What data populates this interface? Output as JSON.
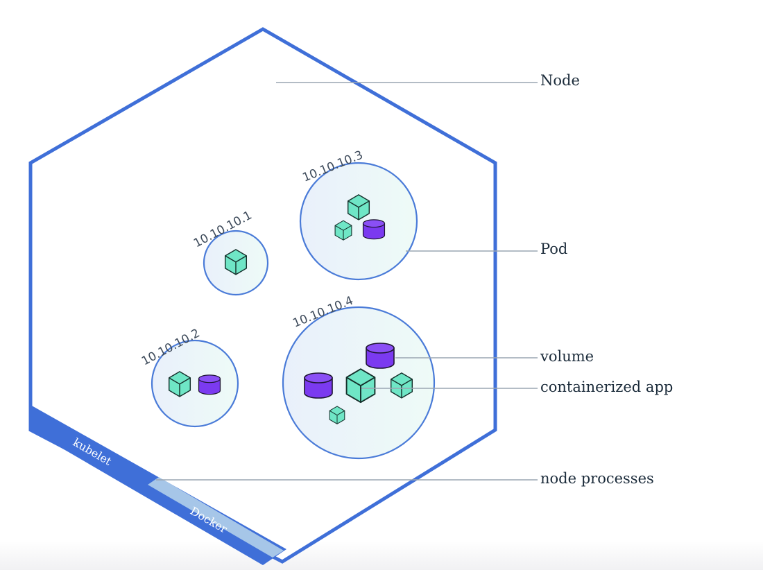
{
  "colors": {
    "node_outline": "#3f6fd8",
    "kubelet_band": "#3f6fd8",
    "docker_band": "#a6c6e8",
    "pod_outline": "#4a7bd8",
    "container": "#6fe6c6",
    "volume": "#7b3af0",
    "leader_line": "#9aa6b2",
    "text": "#1b2b3a"
  },
  "labels": {
    "node": "Node",
    "pod": "Pod",
    "volume": "volume",
    "containerized_app": "containerized app",
    "node_processes": "node processes"
  },
  "node_processes": {
    "kubelet": "kubelet",
    "docker": "Docker"
  },
  "pods": [
    {
      "ip": "10.10.10.1",
      "containers": 1,
      "volumes": 0
    },
    {
      "ip": "10.10.10.2",
      "containers": 1,
      "volumes": 1
    },
    {
      "ip": "10.10.10.3",
      "containers": 2,
      "volumes": 1
    },
    {
      "ip": "10.10.10.4",
      "containers": 3,
      "volumes": 2
    }
  ],
  "icons": {
    "container": "cube-icon",
    "volume": "cylinder-icon"
  }
}
